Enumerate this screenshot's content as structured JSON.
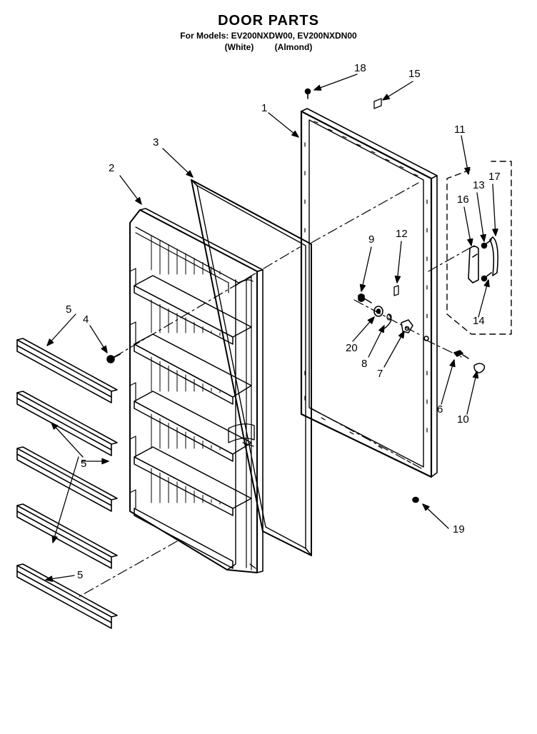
{
  "header": {
    "title": "DOOR PARTS",
    "models_line": "For Models: EV200NXDW00, EV200NXDN00",
    "color_white": "(White)",
    "color_almond": "(Almond)"
  },
  "callouts": {
    "c1": "1",
    "c2": "2",
    "c3": "3",
    "c4": "4",
    "c5a": "5",
    "c5b": "5",
    "c5c": "5",
    "c6": "6",
    "c7": "7",
    "c8": "8",
    "c9": "9",
    "c10": "10",
    "c11": "11",
    "c12": "12",
    "c13": "13",
    "c14": "14",
    "c15": "15",
    "c16": "16",
    "c17": "17",
    "c18": "18",
    "c19": "19",
    "c20": "20"
  }
}
